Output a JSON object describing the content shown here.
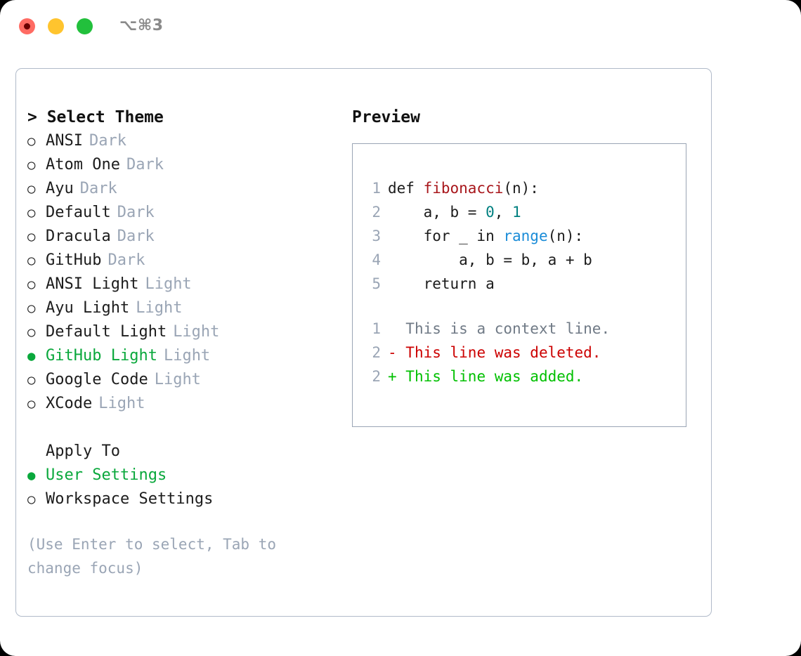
{
  "titlebar": {
    "shortcut": "⌥⌘3",
    "buttons": [
      {
        "name": "close",
        "color": "#ff6b63"
      },
      {
        "name": "minimize",
        "color": "#ffc42e"
      },
      {
        "name": "zoom",
        "color": "#22c03c"
      }
    ]
  },
  "theme_panel": {
    "header": "> Select Theme",
    "items": [
      {
        "marker": "○",
        "label": "ANSI",
        "tag": "Dark",
        "selected": false
      },
      {
        "marker": "○",
        "label": "Atom One",
        "tag": "Dark",
        "selected": false
      },
      {
        "marker": "○",
        "label": "Ayu",
        "tag": "Dark",
        "selected": false
      },
      {
        "marker": "○",
        "label": "Default",
        "tag": "Dark",
        "selected": false
      },
      {
        "marker": "○",
        "label": "Dracula",
        "tag": "Dark",
        "selected": false
      },
      {
        "marker": "○",
        "label": "GitHub",
        "tag": "Dark",
        "selected": false
      },
      {
        "marker": "○",
        "label": "ANSI Light",
        "tag": "Light",
        "selected": false
      },
      {
        "marker": "○",
        "label": "Ayu Light",
        "tag": "Light",
        "selected": false
      },
      {
        "marker": "○",
        "label": "Default Light",
        "tag": "Light",
        "selected": false
      },
      {
        "marker": "●",
        "label": "GitHub Light",
        "tag": "Light",
        "selected": true
      },
      {
        "marker": "○",
        "label": "Google Code",
        "tag": "Light",
        "selected": false
      },
      {
        "marker": "○",
        "label": "XCode",
        "tag": "Light",
        "selected": false
      }
    ]
  },
  "apply_to": {
    "header": "Apply To",
    "items": [
      {
        "marker": "●",
        "label": "User Settings",
        "selected": true
      },
      {
        "marker": "○",
        "label": "Workspace Settings",
        "selected": false
      }
    ]
  },
  "hint": "(Use Enter to select, Tab to change focus)",
  "preview": {
    "title": "Preview",
    "code_lines": [
      {
        "num": "1",
        "parts": [
          {
            "t": "def ",
            "k": "plain"
          },
          {
            "t": "fibonacci",
            "k": "fn"
          },
          {
            "t": "(n):",
            "k": "plain"
          }
        ]
      },
      {
        "num": "2",
        "parts": [
          {
            "t": "    a, b = ",
            "k": "plain"
          },
          {
            "t": "0",
            "k": "num"
          },
          {
            "t": ", ",
            "k": "plain"
          },
          {
            "t": "1",
            "k": "num"
          }
        ]
      },
      {
        "num": "3",
        "parts": [
          {
            "t": "    for _ in ",
            "k": "plain"
          },
          {
            "t": "range",
            "k": "call"
          },
          {
            "t": "(n):",
            "k": "plain"
          }
        ]
      },
      {
        "num": "4",
        "parts": [
          {
            "t": "        a, b = b, a + b",
            "k": "plain"
          }
        ]
      },
      {
        "num": "5",
        "parts": [
          {
            "t": "    return a",
            "k": "plain"
          }
        ]
      }
    ],
    "diff_lines": [
      {
        "num": "1",
        "prefix": "  ",
        "text": "This is a context line.",
        "kind": "ctx"
      },
      {
        "num": "2",
        "prefix": "- ",
        "text": "This line was deleted.",
        "kind": "del"
      },
      {
        "num": "2",
        "prefix": "+ ",
        "text": "This line was added.",
        "kind": "add"
      }
    ]
  },
  "colors": {
    "selected_green": "#0aa83c",
    "muted_gray": "#9aa5b5",
    "diff_added": "#00c000",
    "diff_deleted": "#cc0000",
    "syntax_function": "#a8161b",
    "syntax_number": "#018080",
    "syntax_call": "#1a8cd8",
    "border": "#b0bac9"
  }
}
